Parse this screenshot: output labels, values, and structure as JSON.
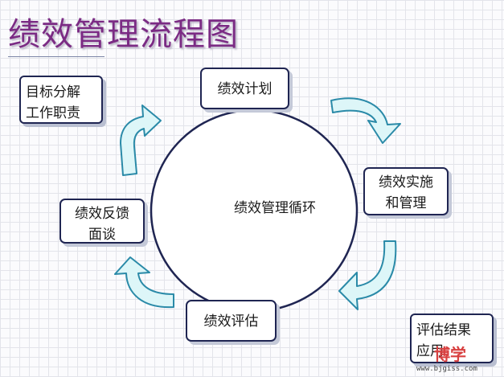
{
  "title": "绩效管理流程图",
  "center_label": "绩效管理循环",
  "nodes": {
    "plan": "绩效计划",
    "implement": [
      "绩效实施",
      "和管理"
    ],
    "evaluate": "绩效评估",
    "feedback": [
      "绩效反馈",
      "面谈"
    ]
  },
  "notes": {
    "goals": [
      "目标分解",
      "工作职责"
    ],
    "results": [
      "评估结果",
      "应用"
    ]
  },
  "watermark": {
    "text": "博学",
    "url": "www.bjgiss.com"
  },
  "colors": {
    "title": "#7b2b84",
    "box_border": "#1f2552",
    "arrow_fill": "#ddf6f8",
    "arrow_stroke": "#2a8aa8",
    "circle_stroke": "#1f2552"
  }
}
